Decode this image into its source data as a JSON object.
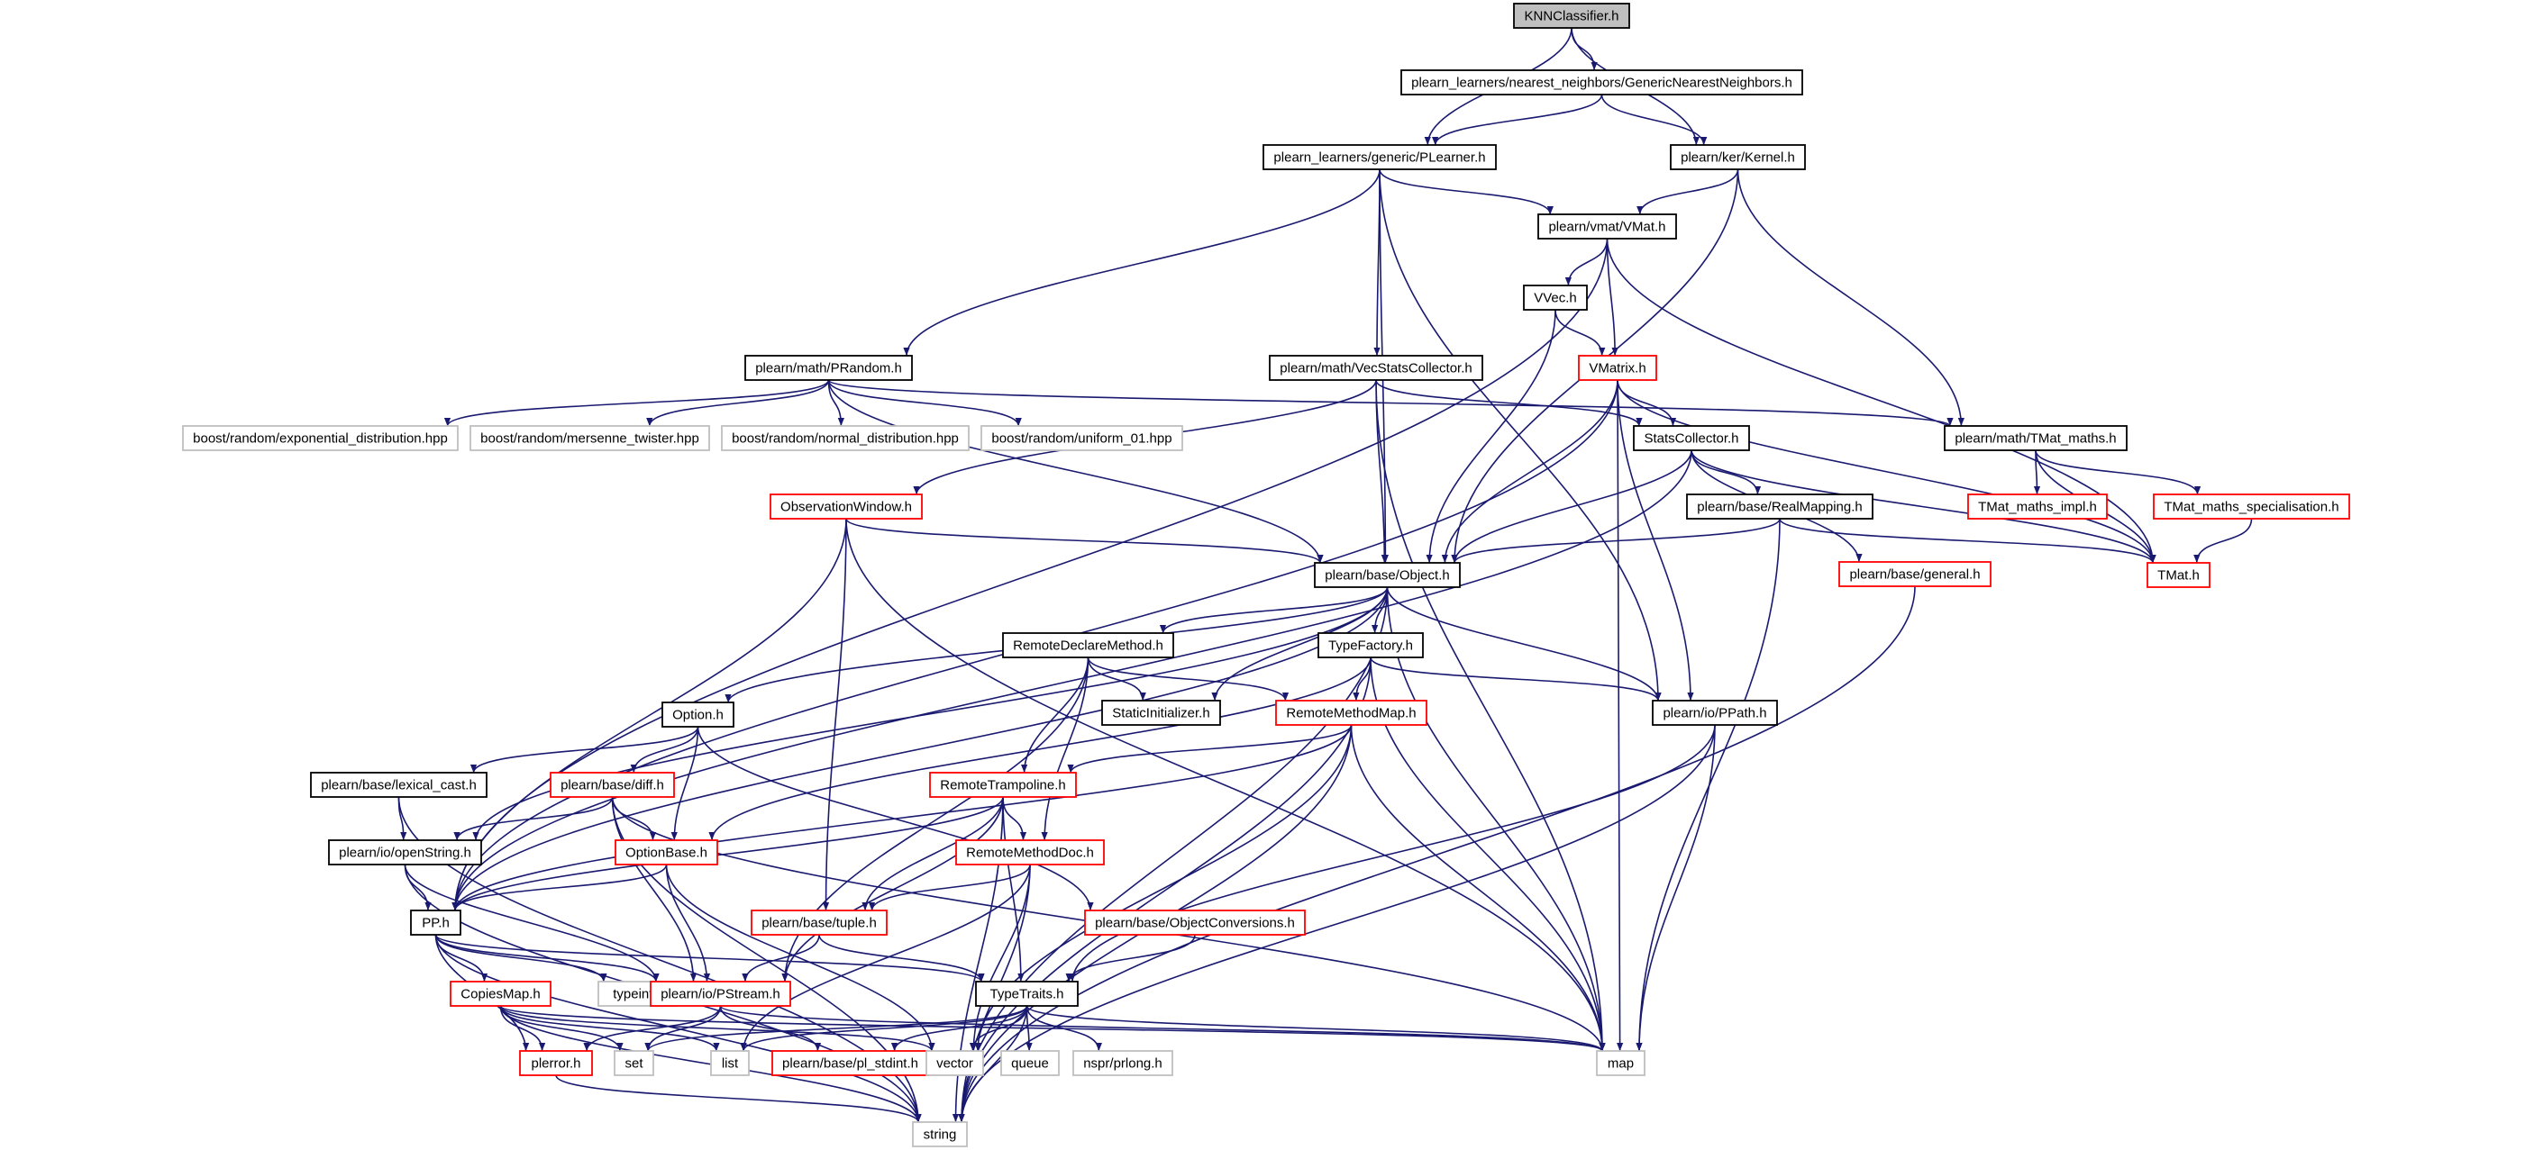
{
  "colors": {
    "edge": "#191970",
    "border_black": "#000000",
    "border_red": "#ff0000",
    "border_gray": "#bfbfbf",
    "fill_root": "#bfbfbf",
    "fill_default": "#ffffff"
  },
  "nodes": [
    {
      "id": "knn",
      "label": "KNNClassifier.h",
      "style": "root"
    },
    {
      "id": "gnn",
      "label": "plearn_learners/nearest_neighbors/GenericNearestNeighbors.h",
      "style": "black"
    },
    {
      "id": "plearner",
      "label": "plearn_learners/generic/PLearner.h",
      "style": "black"
    },
    {
      "id": "kernel",
      "label": "plearn/ker/Kernel.h",
      "style": "black"
    },
    {
      "id": "vmat",
      "label": "plearn/vmat/VMat.h",
      "style": "black"
    },
    {
      "id": "vvec",
      "label": "VVec.h",
      "style": "black"
    },
    {
      "id": "prandom",
      "label": "plearn/math/PRandom.h",
      "style": "black"
    },
    {
      "id": "vecstats",
      "label": "plearn/math/VecStatsCollector.h",
      "style": "black"
    },
    {
      "id": "vmatrix",
      "label": "VMatrix.h",
      "style": "red"
    },
    {
      "id": "statscoll",
      "label": "StatsCollector.h",
      "style": "black"
    },
    {
      "id": "tmatmaths",
      "label": "plearn/math/TMat_maths.h",
      "style": "black"
    },
    {
      "id": "bexp",
      "label": "boost/random/exponential_distribution.hpp",
      "style": "gray"
    },
    {
      "id": "bmers",
      "label": "boost/random/mersenne_twister.hpp",
      "style": "gray"
    },
    {
      "id": "bnorm",
      "label": "boost/random/normal_distribution.hpp",
      "style": "gray"
    },
    {
      "id": "bunif",
      "label": "boost/random/uniform_01.hpp",
      "style": "gray"
    },
    {
      "id": "obswin",
      "label": "ObservationWindow.h",
      "style": "red"
    },
    {
      "id": "realmap",
      "label": "plearn/base/RealMapping.h",
      "style": "black"
    },
    {
      "id": "general",
      "label": "plearn/base/general.h",
      "style": "red"
    },
    {
      "id": "tmatimpl",
      "label": "TMat_maths_impl.h",
      "style": "red"
    },
    {
      "id": "tmatspec",
      "label": "TMat_maths_specialisation.h",
      "style": "red"
    },
    {
      "id": "tmat",
      "label": "TMat.h",
      "style": "red"
    },
    {
      "id": "object",
      "label": "plearn/base/Object.h",
      "style": "black"
    },
    {
      "id": "rdm",
      "label": "RemoteDeclareMethod.h",
      "style": "black"
    },
    {
      "id": "typefactory",
      "label": "TypeFactory.h",
      "style": "black"
    },
    {
      "id": "staticinit",
      "label": "StaticInitializer.h",
      "style": "black"
    },
    {
      "id": "rmm",
      "label": "RemoteMethodMap.h",
      "style": "red"
    },
    {
      "id": "ppath",
      "label": "plearn/io/PPath.h",
      "style": "black"
    },
    {
      "id": "option",
      "label": "Option.h",
      "style": "black"
    },
    {
      "id": "lexcast",
      "label": "plearn/base/lexical_cast.h",
      "style": "black"
    },
    {
      "id": "diff",
      "label": "plearn/base/diff.h",
      "style": "red"
    },
    {
      "id": "rtramp",
      "label": "RemoteTrampoline.h",
      "style": "red"
    },
    {
      "id": "openstr",
      "label": "plearn/io/openString.h",
      "style": "black"
    },
    {
      "id": "optbase",
      "label": "OptionBase.h",
      "style": "red"
    },
    {
      "id": "rmdoc",
      "label": "RemoteMethodDoc.h",
      "style": "red"
    },
    {
      "id": "tuple",
      "label": "plearn/base/tuple.h",
      "style": "red"
    },
    {
      "id": "objconv",
      "label": "plearn/base/ObjectConversions.h",
      "style": "red"
    },
    {
      "id": "pp",
      "label": "PP.h",
      "style": "black"
    },
    {
      "id": "copiesmap",
      "label": "CopiesMap.h",
      "style": "red"
    },
    {
      "id": "typeinfo",
      "label": "typeinfo",
      "style": "gray"
    },
    {
      "id": "pstream",
      "label": "plearn/io/PStream.h",
      "style": "red"
    },
    {
      "id": "typetraits",
      "label": "TypeTraits.h",
      "style": "black"
    },
    {
      "id": "plerror",
      "label": "plerror.h",
      "style": "red"
    },
    {
      "id": "set",
      "label": "set",
      "style": "gray"
    },
    {
      "id": "list",
      "label": "list",
      "style": "gray"
    },
    {
      "id": "plstdint",
      "label": "plearn/base/pl_stdint.h",
      "style": "red"
    },
    {
      "id": "vector",
      "label": "vector",
      "style": "gray"
    },
    {
      "id": "queue",
      "label": "queue",
      "style": "gray"
    },
    {
      "id": "nsprlong",
      "label": "nspr/prlong.h",
      "style": "gray"
    },
    {
      "id": "map",
      "label": "map",
      "style": "gray"
    },
    {
      "id": "string",
      "label": "string",
      "style": "gray"
    }
  ],
  "edges": [
    [
      "knn",
      "gnn"
    ],
    [
      "knn",
      "plearner"
    ],
    [
      "knn",
      "kernel"
    ],
    [
      "gnn",
      "plearner"
    ],
    [
      "gnn",
      "kernel"
    ],
    [
      "plearner",
      "prandom"
    ],
    [
      "plearner",
      "object"
    ],
    [
      "plearner",
      "vmat"
    ],
    [
      "plearner",
      "vecstats"
    ],
    [
      "plearner",
      "ppath"
    ],
    [
      "kernel",
      "vmat"
    ],
    [
      "kernel",
      "object"
    ],
    [
      "kernel",
      "tmatmaths"
    ],
    [
      "vmat",
      "vvec"
    ],
    [
      "vmat",
      "vmatrix"
    ],
    [
      "vmat",
      "tmat"
    ],
    [
      "vmat",
      "pp"
    ],
    [
      "vvec",
      "vmatrix"
    ],
    [
      "vvec",
      "object"
    ],
    [
      "vmatrix",
      "statscoll"
    ],
    [
      "vmatrix",
      "object"
    ],
    [
      "vmatrix",
      "tmat"
    ],
    [
      "vmatrix",
      "ppath"
    ],
    [
      "vmatrix",
      "pp"
    ],
    [
      "vmatrix",
      "map"
    ],
    [
      "prandom",
      "bexp"
    ],
    [
      "prandom",
      "bmers"
    ],
    [
      "prandom",
      "bnorm"
    ],
    [
      "prandom",
      "bunif"
    ],
    [
      "prandom",
      "tmatmaths"
    ],
    [
      "prandom",
      "object"
    ],
    [
      "vecstats",
      "statscoll"
    ],
    [
      "vecstats",
      "obswin"
    ],
    [
      "vecstats",
      "object"
    ],
    [
      "vecstats",
      "map"
    ],
    [
      "statscoll",
      "realmap"
    ],
    [
      "statscoll",
      "general"
    ],
    [
      "statscoll",
      "tmat"
    ],
    [
      "statscoll",
      "object"
    ],
    [
      "statscoll",
      "pp"
    ],
    [
      "tmatmaths",
      "tmatimpl"
    ],
    [
      "tmatmaths",
      "tmatspec"
    ],
    [
      "tmatmaths",
      "tmat"
    ],
    [
      "tmatspec",
      "tmat"
    ],
    [
      "obswin",
      "object"
    ],
    [
      "obswin",
      "tuple"
    ],
    [
      "obswin",
      "map"
    ],
    [
      "obswin",
      "pp"
    ],
    [
      "realmap",
      "object"
    ],
    [
      "realmap",
      "tmat"
    ],
    [
      "realmap",
      "map"
    ],
    [
      "general",
      "string"
    ],
    [
      "object",
      "rdm"
    ],
    [
      "object",
      "typefactory"
    ],
    [
      "object",
      "staticinit"
    ],
    [
      "object",
      "option"
    ],
    [
      "object",
      "ppath"
    ],
    [
      "object",
      "map"
    ],
    [
      "object",
      "openstr"
    ],
    [
      "object",
      "pp"
    ],
    [
      "object",
      "string"
    ],
    [
      "rdm",
      "staticinit"
    ],
    [
      "rdm",
      "rmm"
    ],
    [
      "rdm",
      "rtramp"
    ],
    [
      "rdm",
      "rmdoc"
    ],
    [
      "rdm",
      "pstream"
    ],
    [
      "typefactory",
      "rmm"
    ],
    [
      "typefactory",
      "ppath"
    ],
    [
      "typefactory",
      "optbase"
    ],
    [
      "typefactory",
      "map"
    ],
    [
      "typefactory",
      "string"
    ],
    [
      "rmm",
      "rtramp"
    ],
    [
      "rmm",
      "pp"
    ],
    [
      "rmm",
      "map"
    ],
    [
      "rmm",
      "vector"
    ],
    [
      "rmm",
      "string"
    ],
    [
      "ppath",
      "typetraits"
    ],
    [
      "ppath",
      "map"
    ],
    [
      "ppath",
      "string"
    ],
    [
      "option",
      "lexcast"
    ],
    [
      "option",
      "diff"
    ],
    [
      "option",
      "optbase"
    ],
    [
      "option",
      "objconv"
    ],
    [
      "lexcast",
      "openstr"
    ],
    [
      "lexcast",
      "string"
    ],
    [
      "diff",
      "openstr"
    ],
    [
      "diff",
      "optbase"
    ],
    [
      "diff",
      "pstream"
    ],
    [
      "diff",
      "map"
    ],
    [
      "diff",
      "string"
    ],
    [
      "rtramp",
      "rmdoc"
    ],
    [
      "rtramp",
      "tuple"
    ],
    [
      "rtramp",
      "typetraits"
    ],
    [
      "rtramp",
      "pp"
    ],
    [
      "rtramp",
      "pstream"
    ],
    [
      "rtramp",
      "string"
    ],
    [
      "openstr",
      "pstream"
    ],
    [
      "openstr",
      "pp"
    ],
    [
      "openstr",
      "string"
    ],
    [
      "optbase",
      "pp"
    ],
    [
      "optbase",
      "pstream"
    ],
    [
      "optbase",
      "vector"
    ],
    [
      "rmdoc",
      "tuple"
    ],
    [
      "rmdoc",
      "list"
    ],
    [
      "rmdoc",
      "vector"
    ],
    [
      "rmdoc",
      "string"
    ],
    [
      "tuple",
      "typetraits"
    ],
    [
      "tuple",
      "pstream"
    ],
    [
      "objconv",
      "typetraits"
    ],
    [
      "pp",
      "copiesmap"
    ],
    [
      "pp",
      "typeinfo"
    ],
    [
      "pp",
      "pstream"
    ],
    [
      "pp",
      "plerror"
    ],
    [
      "pp",
      "typetraits"
    ],
    [
      "pp",
      "string"
    ],
    [
      "copiesmap",
      "plerror"
    ],
    [
      "copiesmap",
      "set"
    ],
    [
      "copiesmap",
      "list"
    ],
    [
      "copiesmap",
      "vector"
    ],
    [
      "copiesmap",
      "map"
    ],
    [
      "copiesmap",
      "string"
    ],
    [
      "pstream",
      "plerror"
    ],
    [
      "pstream",
      "set"
    ],
    [
      "pstream",
      "plstdint"
    ],
    [
      "pstream",
      "map"
    ],
    [
      "typetraits",
      "set"
    ],
    [
      "typetraits",
      "list"
    ],
    [
      "typetraits",
      "plstdint"
    ],
    [
      "typetraits",
      "vector"
    ],
    [
      "typetraits",
      "queue"
    ],
    [
      "typetraits",
      "nsprlong"
    ],
    [
      "typetraits",
      "map"
    ],
    [
      "typetraits",
      "string"
    ],
    [
      "plerror",
      "string"
    ]
  ]
}
